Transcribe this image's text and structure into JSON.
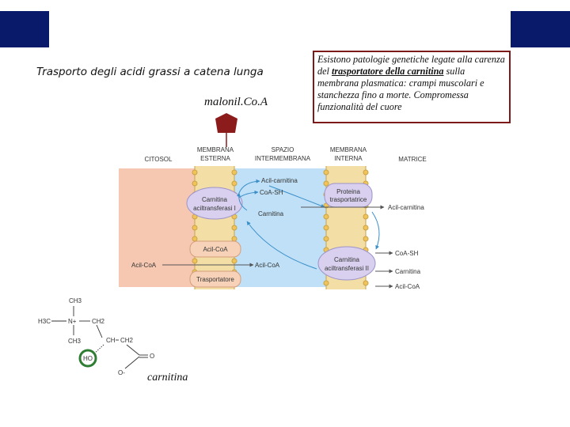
{
  "page": {
    "title": "Trasporto degli acidi grassi a catena lunga",
    "inhibitor": "malonil.Co.A",
    "note_part1": "Esistono patologie genetiche legate alla carenza del ",
    "note_bold": "trasportatore della carnitina",
    "note_part2": " sulla membrana plasmatica: crampi muscolari e stanchezza fino a morte. Compromessa funzionalità del cuore",
    "carnitina_label": "carnitina"
  },
  "diagram": {
    "regions": {
      "citosol": "CITOSOL",
      "membrana_esterna_1": "MEMBRANA",
      "membrana_esterna_2": "ESTERNA",
      "spazio_1": "SPAZIO",
      "spazio_2": "INTERMEMBRANA",
      "membrana_interna_1": "MEMBRANA",
      "membrana_interna_2": "INTERNA",
      "matrice": "MATRICE"
    },
    "proteins": {
      "cat1_line1": "Carnitina",
      "cat1_line2": "aciltransferasi I",
      "acilcoa_box": "Acil-CoA",
      "trasportatore": "Trasportatore",
      "proteina_1": "Proteina",
      "proteina_2": "trasportatrice",
      "cat2_line1": "Carnitina",
      "cat2_line2": "aciltransferasi II"
    },
    "labels": {
      "acil_carnitina_top": "Acil-carnitina",
      "coash_top": "CoA-SH",
      "carnitina_mid": "Carnitina",
      "acil_coa_left": "Acil-CoA",
      "acil_coa_mid": "Acil-CoA",
      "acil_carnitina_right": "Acil-carnitina",
      "coash_right": "CoA-SH",
      "carnitina_right": "Carnitina",
      "acil_coa_right": "Acil-CoA"
    }
  },
  "structure": {
    "ch3_top": "CH3",
    "h3c": "H3C",
    "n_plus": "N+",
    "ch2_a": "CH2",
    "ch3_bottom": "CH3",
    "ch": "CH",
    "ch2_b": "CH2",
    "oh": "HO",
    "o_double": "O",
    "o_minus": "O-"
  },
  "colors": {
    "corner_blocks": "#0a1a6b",
    "hexagon": "#8c1c1c",
    "cytosol_bg": "#f6c8b2",
    "intermembrane_bg": "#bfe0f6",
    "membrane": "#f0d48a",
    "protein": "#d8d0ee",
    "note_border": "#7c1a1a",
    "oh_circle": "#2e7d32"
  }
}
